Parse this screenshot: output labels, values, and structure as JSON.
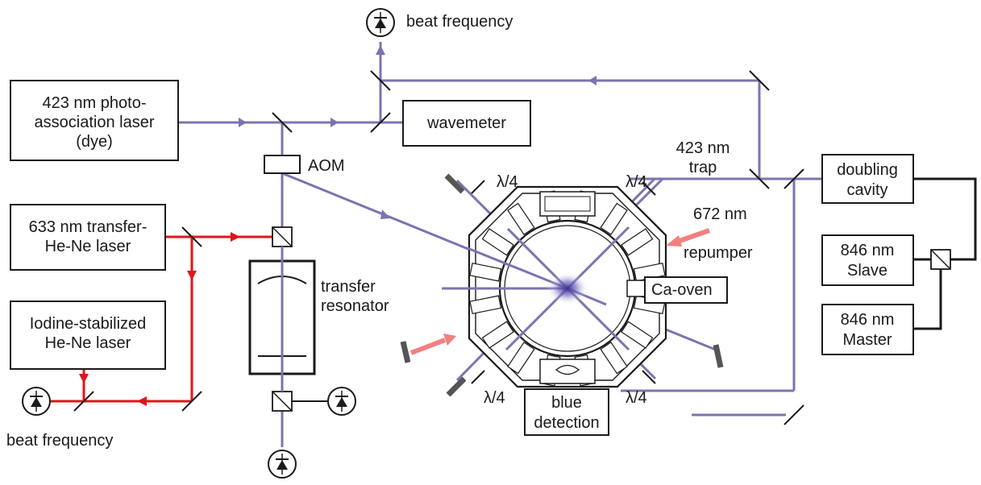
{
  "labels": {
    "beat_top": "beat frequency",
    "beat_bottom": "beat frequency",
    "aom": "AOM",
    "transfer_resonator_1": "transfer",
    "transfer_resonator_2": "resonator",
    "trap_1": "423 nm",
    "trap_2": "trap",
    "repumper_1": "672 nm",
    "repumper_2": "repumper",
    "qw_tl": "λ/4",
    "qw_tr": "λ/4",
    "qw_bl": "λ/4",
    "qw_br": "λ/4",
    "ca_oven": "Ca-oven"
  },
  "boxes": {
    "pa_laser": [
      "423 nm photo-",
      "association laser",
      "(dye)"
    ],
    "wavemeter": [
      "wavemeter"
    ],
    "hene_transfer": [
      "633 nm transfer-",
      "He-Ne laser"
    ],
    "iodine": [
      "Iodine-stabilized",
      "He-Ne laser"
    ],
    "doubling": [
      "doubling",
      "cavity"
    ],
    "slave": [
      "846 nm",
      "Slave"
    ],
    "master": [
      "846 nm",
      "Master"
    ],
    "blue_detection": [
      "blue",
      "detection"
    ]
  },
  "colors": {
    "blue_beam": "#7b74b0",
    "red_beam": "#e0151b",
    "repumper_arrow": "#f08080",
    "atom_cloud": "#3a2f8f"
  }
}
